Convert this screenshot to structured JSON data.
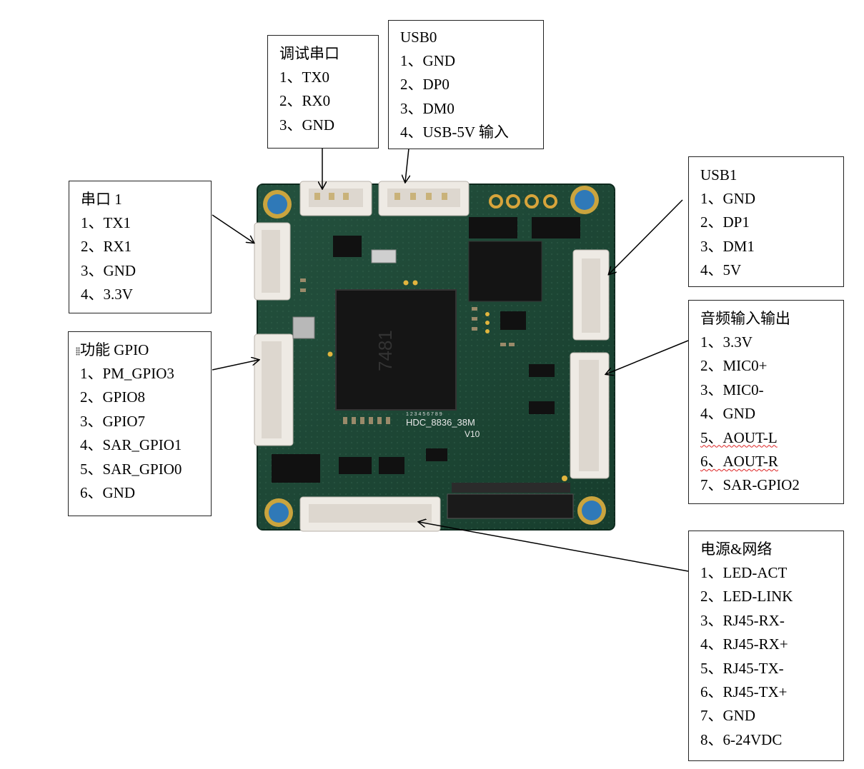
{
  "boxes": {
    "debug_uart": {
      "title": "调试串口",
      "pins": [
        "1、TX0",
        "2、RX0",
        "3、GND"
      ]
    },
    "usb0": {
      "title": "USB0",
      "pins": [
        "1、GND",
        "2、DP0",
        "3、DM0",
        "4、USB-5V 输入"
      ]
    },
    "uart1": {
      "title": "串口 1",
      "pins": [
        "1、TX1",
        "2、RX1",
        "3、GND",
        "4、3.3V"
      ]
    },
    "usb1": {
      "title": "USB1",
      "pins": [
        "1、GND",
        "2、DP1",
        "3、DM1",
        "4、5V"
      ]
    },
    "func_gpio": {
      "title": "功能 GPIO",
      "pins": [
        "1、PM_GPIO3",
        "2、GPIO8",
        "3、GPIO7",
        "4、SAR_GPIO1",
        "5、SAR_GPIO0",
        "6、GND"
      ]
    },
    "audio": {
      "title": "音频输入输出",
      "pins": [
        "1、3.3V",
        "2、MIC0+",
        "3、MIC0-",
        "4、GND",
        "5、AOUT-L",
        "6、AOUT-R",
        "7、SAR-GPIO2"
      ]
    },
    "power_net": {
      "title": "电源&网络",
      "pins": [
        "1、LED-ACT",
        "2、LED-LINK",
        "3、RJ45-RX-",
        "4、RJ45-RX+",
        "5、RJ45-TX-",
        "6、RJ45-TX+",
        "7、GND",
        "8、6-24VDC"
      ]
    }
  },
  "board": {
    "silk_model": "HDC_8836_38M",
    "silk_version": "V10",
    "chip_mark": "7481",
    "pin_numbers": "1 2 3 4 5 6 7 8 9"
  },
  "colors": {
    "pcb": "#1f4a38",
    "pcb_dark": "#143528",
    "connector": "#eeeae4",
    "mount_hole": "#2f79b8",
    "gold": "#d7a43b"
  }
}
